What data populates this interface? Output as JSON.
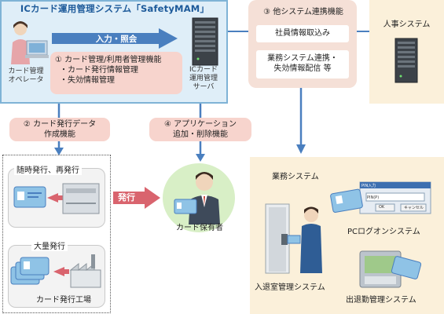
{
  "title": "ICカード運用管理システム「SafetyMAM」",
  "operator_label": "カード管理\nオペレータ",
  "io_label": "入力・照会",
  "functions": {
    "heading": "① カード管理/利用者管理機能",
    "items": [
      "・カード発行情報管理",
      "・失効情報管理"
    ]
  },
  "server_label": "ICカード\n運用管理\nサーバ",
  "other_systems": {
    "heading": "③ 他システム連携機能",
    "items": [
      "社員情報取込み",
      "業務システム連携・\n失効情報配信 等"
    ]
  },
  "hr_system": "人事システム",
  "card_issue_function": "② カード発行データ\n作成機能",
  "application_function": "④ アプリケーション\n追加・削除機能",
  "on_demand_issue": "随時発行、再発行",
  "mass_issue": "大量発行",
  "factory": "カード発行工場",
  "issue_label": "発行",
  "card_holder": "カード保有者",
  "business_systems": {
    "heading": "業務システム",
    "pc_login": "PCログオンシステム",
    "room_access": "入退室管理システム",
    "attendance": "出退勤管理システム",
    "pin_dialog": {
      "title": "PIN入力",
      "field": "PIN(P)",
      "ok": "OK",
      "cancel": "キャンセル"
    }
  },
  "colors": {
    "blue_panel": "#dfeef8",
    "blue_border": "#7fb3d6",
    "pink_box": "#f7d4cd",
    "cream_panel": "#fbf0da",
    "arrow_blue": "#4a7fbf",
    "arrow_pink": "#d9646e",
    "title_blue": "#1d5a9a",
    "card_blue": "#8fc3e6"
  }
}
